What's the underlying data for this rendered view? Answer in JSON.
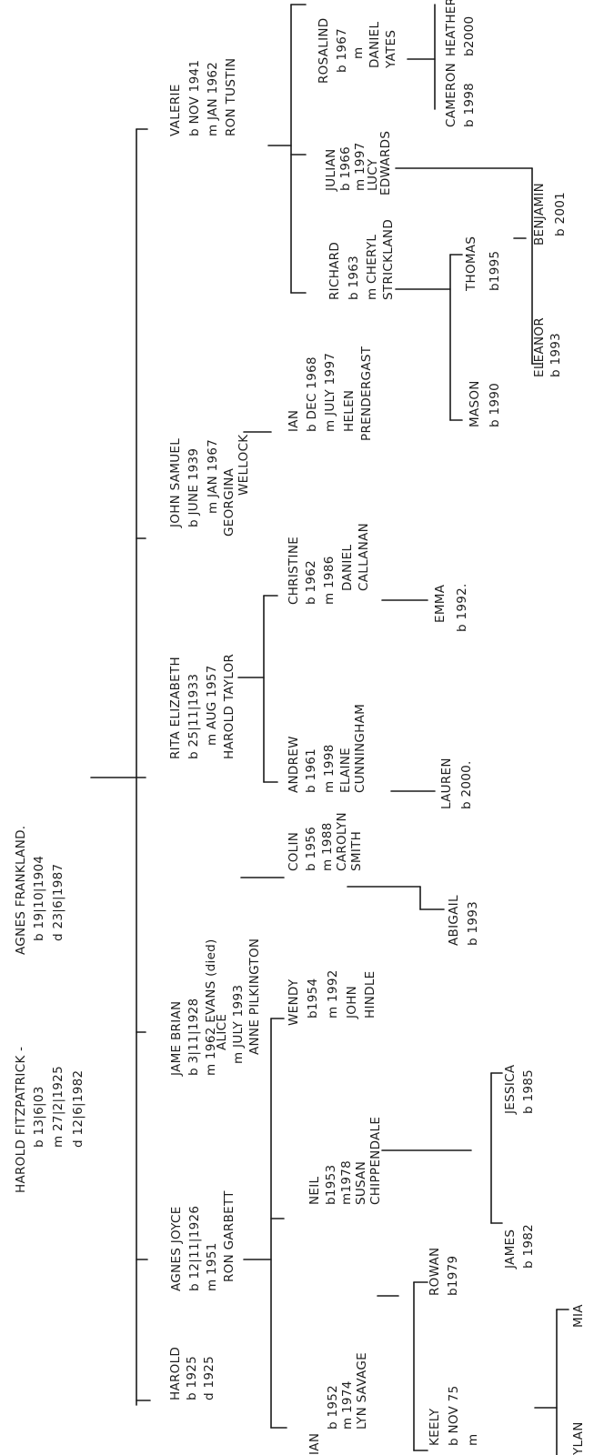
{
  "root": {
    "father": {
      "line1": "HAROLD FITZPATRICK -",
      "line2": "b 13|6|03",
      "line3": "m 27|2|1925",
      "line4": "d 12|6|1982"
    },
    "mother": {
      "line1": "AGNES FRANKLAND.",
      "line2": "b 19|10|1904",
      "line3": "d 23|6|1987"
    }
  },
  "children": {
    "harold": {
      "line1": "HAROLD",
      "line2": "b 1925",
      "line3": "d 1925"
    },
    "agnes": {
      "line1": "AGNES JOYCE",
      "line2": "b 12|11|1926",
      "line3": "m 1951",
      "line4": "RON GARBETT"
    },
    "james": {
      "line1": "JAME BRIAN",
      "line2": "b 3|11|1928",
      "line3": "m 1962 EVANS (died)",
      "line4": "ALICE",
      "line5": "m JULY 1993",
      "line6": "ANNE PILKINGTON"
    },
    "rita": {
      "line1": "RITA ELIZABETH",
      "line2": "b 25|11|1933",
      "line3": "m AUG 1957",
      "line4": "HAROLD TAYLOR"
    },
    "john": {
      "line1": "JOHN SAMUEL",
      "line2": "b JUNE 1939",
      "line3": "m JAN 1967",
      "line4": "GEORGINA",
      "line5": "WELLOCK"
    },
    "valerie": {
      "line1": "VALERIE",
      "line2": "b NOV 1941",
      "line3": "m JAN 1962",
      "line4": "RON TUSTIN"
    }
  },
  "grandchildren": {
    "ian_a": {
      "line1": "IAN",
      "line2": "b 1952",
      "line3": "m 1974",
      "line4": "LYN SAVAGE"
    },
    "neil": {
      "line1": "NEIL",
      "line2": "b1953",
      "line3": "m1978",
      "line4": "SUSAN",
      "line5": "CHIPPENDALE"
    },
    "wendy": {
      "line1": "WENDY",
      "line2": "b1954",
      "line3": "m 1992",
      "line4": "JOHN",
      "line5": "HINDLE"
    },
    "colin": {
      "line1": "COLIN",
      "line2": "b 1956",
      "line3": "m 1988",
      "line4": "CAROLYN",
      "line5": "SMITH"
    },
    "andrew": {
      "line1": "ANDREW",
      "line2": "b 1961",
      "line3": "m 1998",
      "line4": "ELAINE",
      "line5": "CUNNINGHAM"
    },
    "christine": {
      "line1": "CHRISTINE",
      "line2": "b 1962",
      "line3": "m 1986",
      "line4": "DANIEL",
      "line5": "CALLANAN"
    },
    "ian_j": {
      "line1": "IAN",
      "line2": "b DEC 1968",
      "line3": "m JULY 1997",
      "line4": "HELEN",
      "line5": "PRENDERGAST"
    },
    "richard": {
      "line1": "RICHARD",
      "line2": "b 1963",
      "line3": "m CHERYL",
      "line4": "STRICKLAND"
    },
    "julian": {
      "line1": "JULIAN",
      "line2": "b 1966",
      "line3": "m 1997",
      "line4": "LUCY",
      "line5": "EDWARDS"
    },
    "rosalind": {
      "line1": "ROSALIND",
      "line2": "b 1967",
      "line3": "m",
      "line4": "DANIEL",
      "line5": "YATES"
    }
  },
  "great_grandchildren": {
    "keely": {
      "line1": "KEELY",
      "line2": "b NOV 75",
      "line3": "m"
    },
    "rowan": {
      "line1": "ROWAN",
      "line2": "b1979"
    },
    "james2": {
      "line1": "JAMES",
      "line2": "b 1982"
    },
    "jessica": {
      "line1": "JESSICA",
      "line2": "b 1985"
    },
    "abigail": {
      "line1": "ABIGAIL",
      "line2": "b 1993"
    },
    "lauren": {
      "line1": "LAUREN",
      "line2": "b 2000."
    },
    "emma": {
      "line1": "EMMA",
      "line2": "b 1992."
    },
    "mason": {
      "line1": "MASON",
      "line2": "b 1990"
    },
    "thomas": {
      "line1": "THOMAS",
      "line2": "b1995"
    },
    "eleanor": {
      "line1": "ELEANOR",
      "line2": "b 1993"
    },
    "benjamin": {
      "line1": "BENJAMIN",
      "line2": "b 2001"
    },
    "cameron": {
      "line1": "CAMERON",
      "line2": "b 1998"
    },
    "heather": {
      "line1": "HEATHER",
      "line2": "b2000"
    }
  },
  "great_great_grandchildren": {
    "dylan": {
      "line1": "YLAN"
    },
    "mia": {
      "line1": "MIA"
    }
  }
}
